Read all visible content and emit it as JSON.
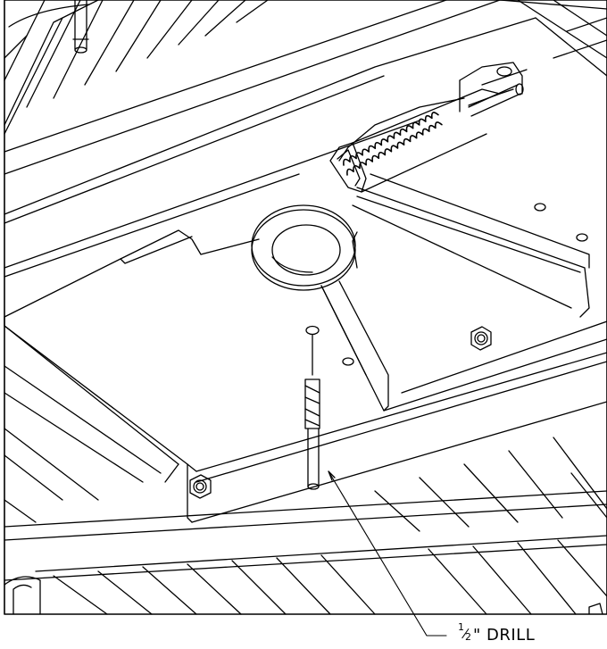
{
  "callout": {
    "fraction_numerator": "1",
    "fraction_denominator": "2",
    "text": "\" DRILL"
  }
}
